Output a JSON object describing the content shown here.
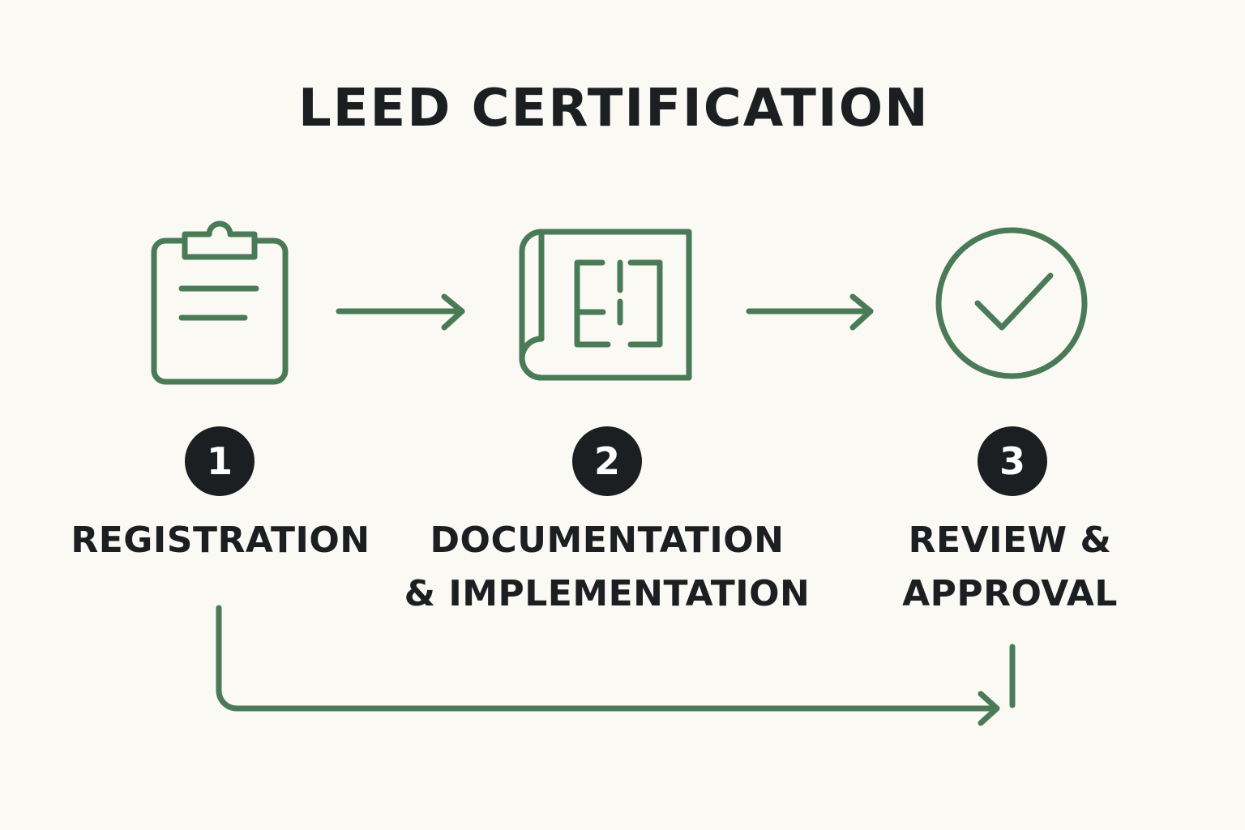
{
  "title": "LEED CERTIFICATION",
  "colors": {
    "background": "#fbf9f4",
    "stroke": "#4a7a56",
    "text": "#1b1f22",
    "badge_bg": "#1b1f22",
    "badge_text": "#ffffff"
  },
  "steps": [
    {
      "number": "1",
      "icon": "clipboard-icon",
      "label_lines": [
        "REGISTRATION"
      ]
    },
    {
      "number": "2",
      "icon": "blueprint-icon",
      "label_lines": [
        "DOCUMENTATION",
        "& IMPLEMENTATION"
      ]
    },
    {
      "number": "3",
      "icon": "check-circle-icon",
      "label_lines": [
        "REVIEW &",
        "APPROVAL"
      ]
    }
  ],
  "connectors": [
    {
      "from": "1",
      "to": "2",
      "icon": "arrow-right-icon"
    },
    {
      "from": "2",
      "to": "3",
      "icon": "arrow-right-icon"
    },
    {
      "from": "1",
      "to": "3",
      "icon": "bypass-arrow-icon"
    }
  ]
}
